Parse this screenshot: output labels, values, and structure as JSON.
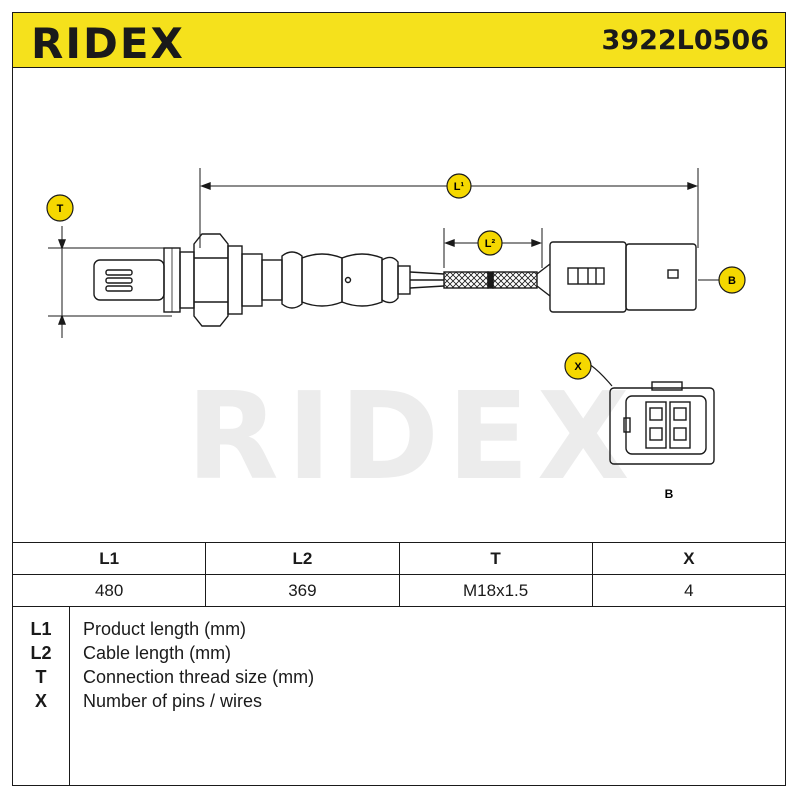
{
  "header": {
    "brand": "RIDEX",
    "part_number": "3922L0506"
  },
  "diagram": {
    "watermark": "RIDEX",
    "label_L1": "L¹",
    "label_L2": "L²",
    "label_T": "T",
    "label_B": "B",
    "label_X": "X",
    "connector_caption": "B"
  },
  "spec_table": {
    "headers": [
      "L1",
      "L2",
      "T",
      "X"
    ],
    "values": [
      "480",
      "369",
      "M18x1.5",
      "4"
    ]
  },
  "legend": [
    {
      "key": "L1",
      "desc": "Product length (mm)"
    },
    {
      "key": "L2",
      "desc": "Cable length (mm)"
    },
    {
      "key": "T",
      "desc": "Connection thread size (mm)"
    },
    {
      "key": "X",
      "desc": "Number of pins / wires"
    }
  ],
  "colors": {
    "brand_yellow": "#f5e11c",
    "line": "#1a1a1a",
    "badge_fill": "#f5d800"
  }
}
